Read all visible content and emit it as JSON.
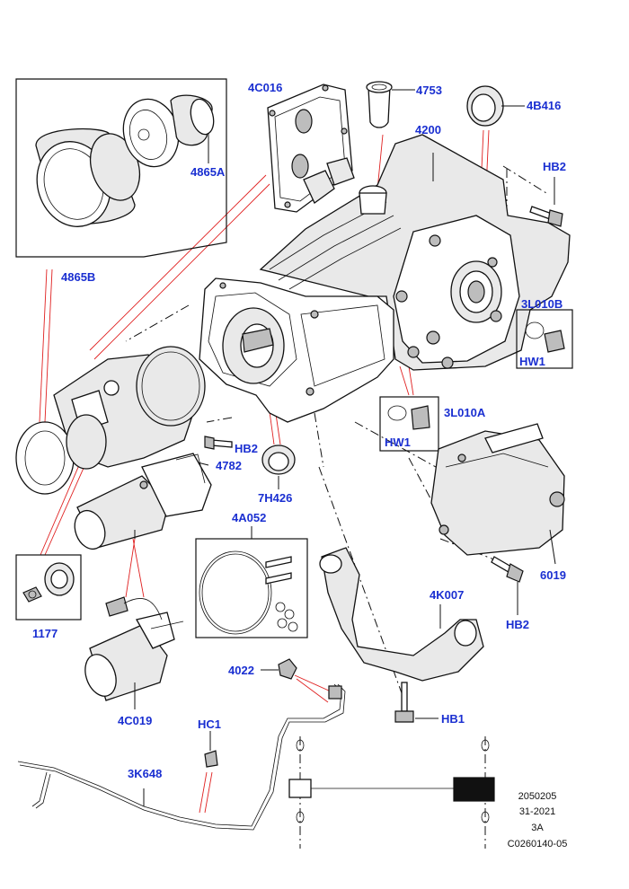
{
  "labels": {
    "p4865A": "4865A",
    "p4865B": "4865B",
    "p4C016": "4C016",
    "p4753": "4753",
    "p4B416": "4B416",
    "p4200": "4200",
    "pHB2a": "HB2",
    "p3L010B": "3L010B",
    "pHW1a": "HW1",
    "p3L010A": "3L010A",
    "pHW1b": "HW1",
    "pHB2b": "HB2",
    "p4782": "4782",
    "p7H426": "7H426",
    "p4A052": "4A052",
    "p1177": "1177",
    "p6019": "6019",
    "pHB2c": "HB2",
    "p4K007": "4K007",
    "p4C019": "4C019",
    "p4022": "4022",
    "pHB1": "HB1",
    "pHC1": "HC1",
    "p3K648": "3K648"
  },
  "reference": {
    "line1": "2050205",
    "line2": "31-2021",
    "line3": "3A",
    "line4": "C0260140-05"
  },
  "colors": {
    "label": "#1a2fd1",
    "callout_red": "#e02020",
    "line": "#111111"
  }
}
